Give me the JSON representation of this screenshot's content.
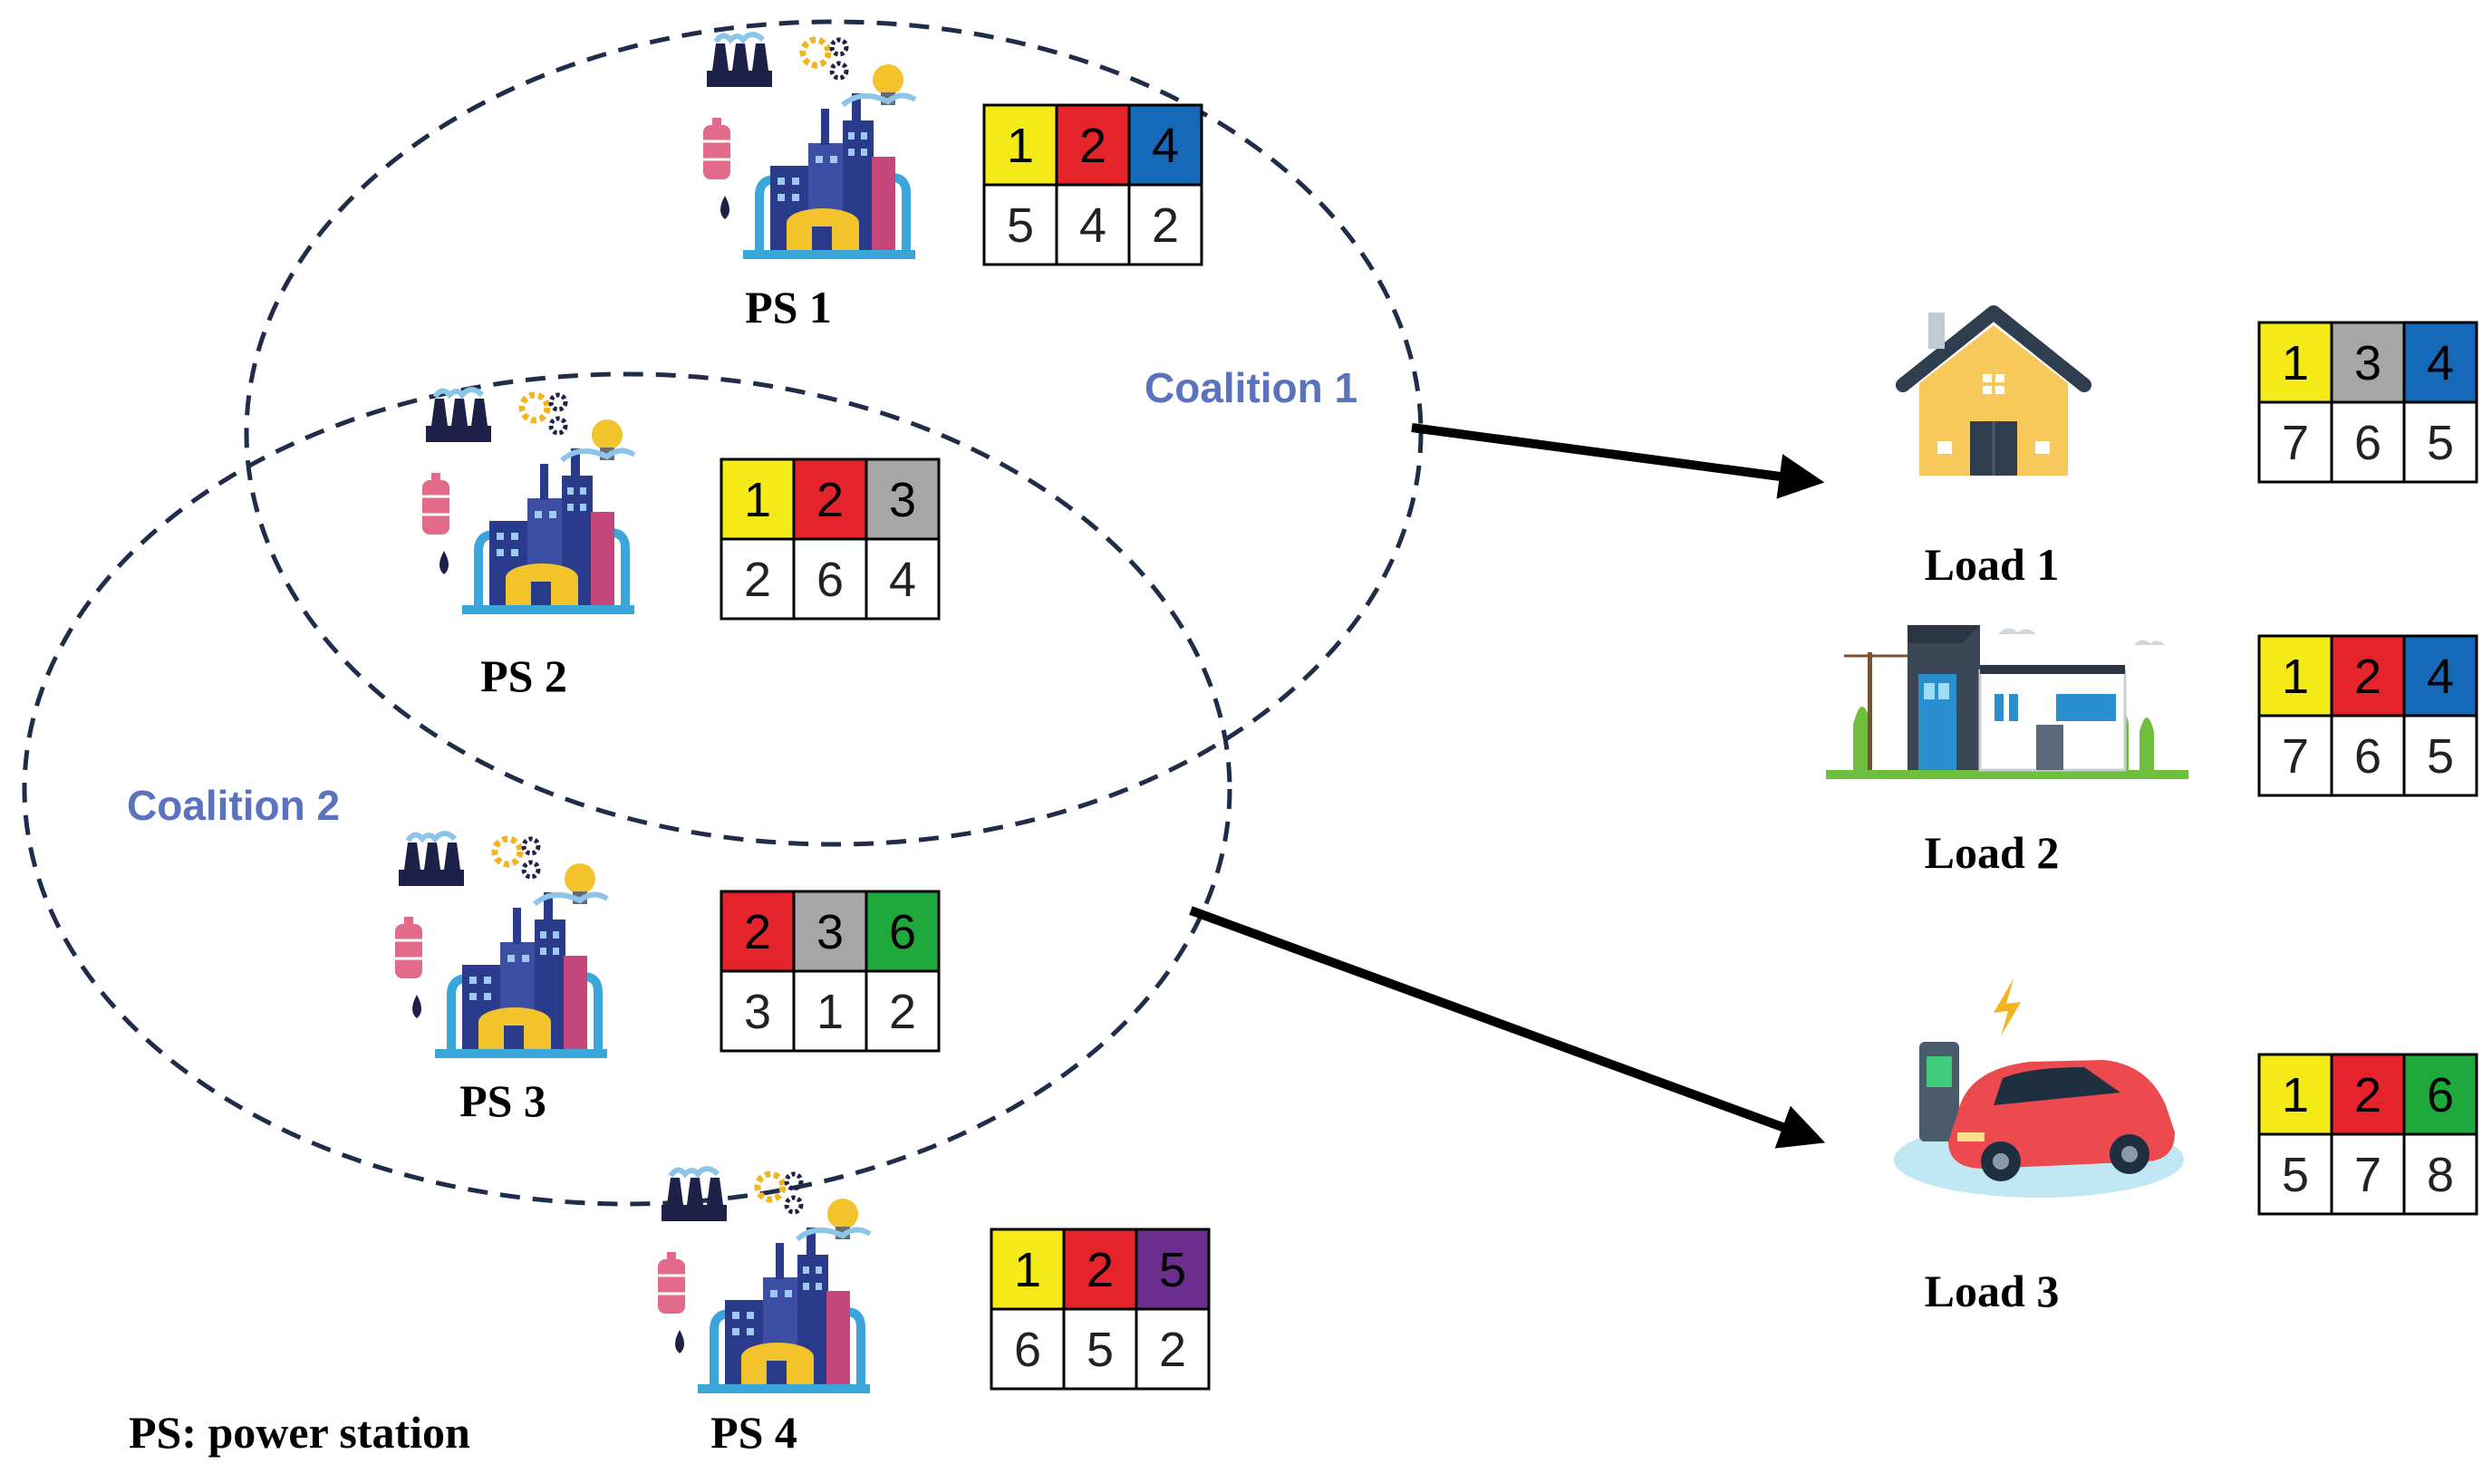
{
  "colors": {
    "ellipse": "#1f2d4a",
    "coalition_text": "#5b73bf",
    "1": "#f4ea17",
    "2": "#e5232a",
    "3": "#a6a6a6",
    "4": "#1669b8",
    "5": "#6a2f8e",
    "6": "#1fa83b"
  },
  "coalitions": [
    {
      "label": "Coalition 1"
    },
    {
      "label": "Coalition 2"
    }
  ],
  "stations": [
    {
      "label": "PS 1",
      "table": {
        "ids": [
          "1",
          "2",
          "4"
        ],
        "values": [
          "5",
          "4",
          "2"
        ]
      }
    },
    {
      "label": "PS 2",
      "table": {
        "ids": [
          "1",
          "2",
          "3"
        ],
        "values": [
          "2",
          "6",
          "4"
        ]
      }
    },
    {
      "label": "PS 3",
      "table": {
        "ids": [
          "2",
          "3",
          "6"
        ],
        "values": [
          "3",
          "1",
          "2"
        ]
      }
    },
    {
      "label": "PS 4",
      "table": {
        "ids": [
          "1",
          "2",
          "5"
        ],
        "values": [
          "6",
          "5",
          "2"
        ]
      }
    }
  ],
  "loads": [
    {
      "label": "Load 1",
      "table": {
        "ids": [
          "1",
          "3",
          "4"
        ],
        "values": [
          "7",
          "6",
          "5"
        ]
      }
    },
    {
      "label": "Load 2",
      "table": {
        "ids": [
          "1",
          "2",
          "4"
        ],
        "values": [
          "7",
          "6",
          "5"
        ]
      }
    },
    {
      "label": "Load 3",
      "table": {
        "ids": [
          "1",
          "2",
          "6"
        ],
        "values": [
          "5",
          "7",
          "8"
        ]
      }
    }
  ],
  "legend": {
    "text": "PS: power station"
  }
}
